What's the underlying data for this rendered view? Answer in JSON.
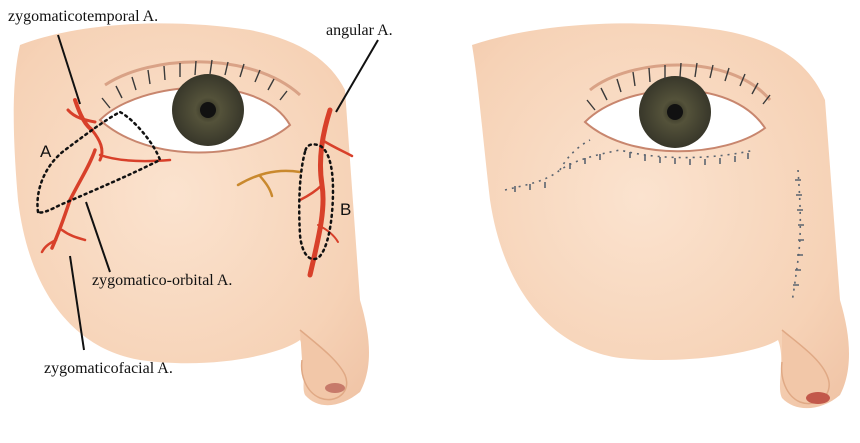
{
  "labels": {
    "zygomaticotemporal": "zygomaticotemporal A.",
    "angular": "angular A.",
    "zygomatico_orbital": "zygomatico-orbital A.",
    "zygomaticofacial": "zygomaticofacial A.",
    "region_a": "A",
    "region_b": "B"
  },
  "colors": {
    "skin": "#f6d2b6",
    "skin_shadow": "#e9b393",
    "artery": "#d8402a",
    "vein_branch": "#c9892e",
    "iris": "#4a4a32",
    "suture": "#5a6470"
  }
}
